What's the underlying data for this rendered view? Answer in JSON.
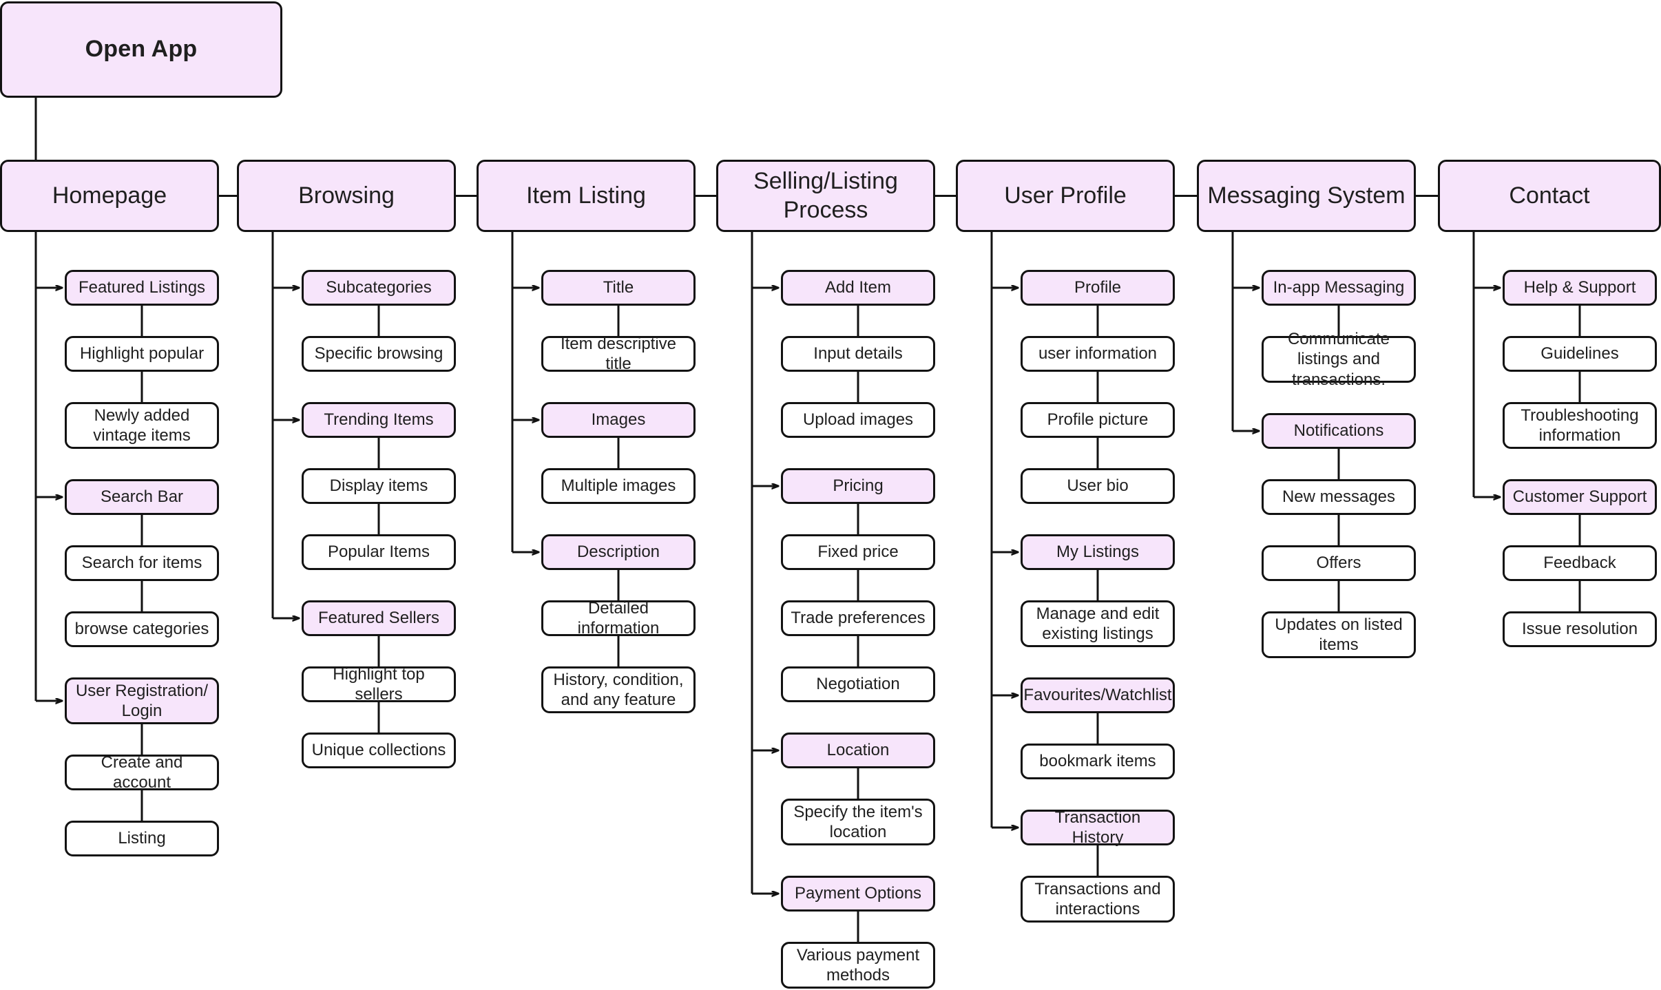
{
  "diagram": {
    "title": "Vintage Marketplace App Sitemap",
    "colors": {
      "node_fill_accent": "#f7e5fb",
      "node_fill_plain": "#ffffff",
      "node_border": "#121212",
      "connector": "#121212",
      "canvas": "#ffffff"
    },
    "root": {
      "label": "Open App"
    },
    "columns": [
      {
        "header": "Homepage",
        "groups": [
          {
            "title": "Featured Listings",
            "items": [
              "Highlight popular",
              "Newly added vintage items"
            ]
          },
          {
            "title": "Search Bar",
            "items": [
              "Search for items",
              "browse categories"
            ]
          },
          {
            "title": "User Registration/ Login",
            "items": [
              "Create and account",
              "Listing"
            ]
          }
        ]
      },
      {
        "header": "Browsing",
        "groups": [
          {
            "title": "Subcategories",
            "items": [
              "Specific browsing"
            ]
          },
          {
            "title": "Trending Items",
            "items": [
              "Display items",
              "Popular Items"
            ]
          },
          {
            "title": "Featured Sellers",
            "items": [
              "Highlight top sellers",
              "Unique collections"
            ]
          }
        ]
      },
      {
        "header": "Item Listing",
        "groups": [
          {
            "title": "Title",
            "items": [
              "Item descriptive title"
            ]
          },
          {
            "title": "Images",
            "items": [
              "Multiple images"
            ]
          },
          {
            "title": "Description",
            "items": [
              "Detailed information",
              "History, condition, and any feature"
            ]
          }
        ]
      },
      {
        "header": "Selling/Listing Process",
        "groups": [
          {
            "title": "Add Item",
            "items": [
              "Input details",
              "Upload images"
            ]
          },
          {
            "title": "Pricing",
            "items": [
              "Fixed price",
              "Trade preferences",
              "Negotiation"
            ]
          },
          {
            "title": "Location",
            "items": [
              "Specify the item's location"
            ]
          },
          {
            "title": "Payment Options",
            "items": [
              "Various payment methods"
            ]
          }
        ]
      },
      {
        "header": "User Profile",
        "groups": [
          {
            "title": "Profile",
            "items": [
              "user information",
              "Profile picture",
              "User bio"
            ]
          },
          {
            "title": "My Listings",
            "items": [
              "Manage and edit existing listings"
            ]
          },
          {
            "title": "Favourites/Watchlist",
            "items": [
              "bookmark items"
            ]
          },
          {
            "title": "Transaction History",
            "items": [
              "Transactions and interactions"
            ]
          }
        ]
      },
      {
        "header": "Messaging System",
        "groups": [
          {
            "title": "In-app Messaging",
            "items": [
              "Communicate listings and transactions."
            ]
          },
          {
            "title": "Notifications",
            "items": [
              "New messages",
              "Offers",
              "Updates on listed items"
            ]
          }
        ]
      },
      {
        "header": "Contact",
        "groups": [
          {
            "title": "Help & Support",
            "items": [
              "Guidelines",
              "Troubleshooting information"
            ]
          },
          {
            "title": "Customer Support",
            "items": [
              "Feedback",
              "Issue resolution"
            ]
          }
        ]
      }
    ]
  }
}
